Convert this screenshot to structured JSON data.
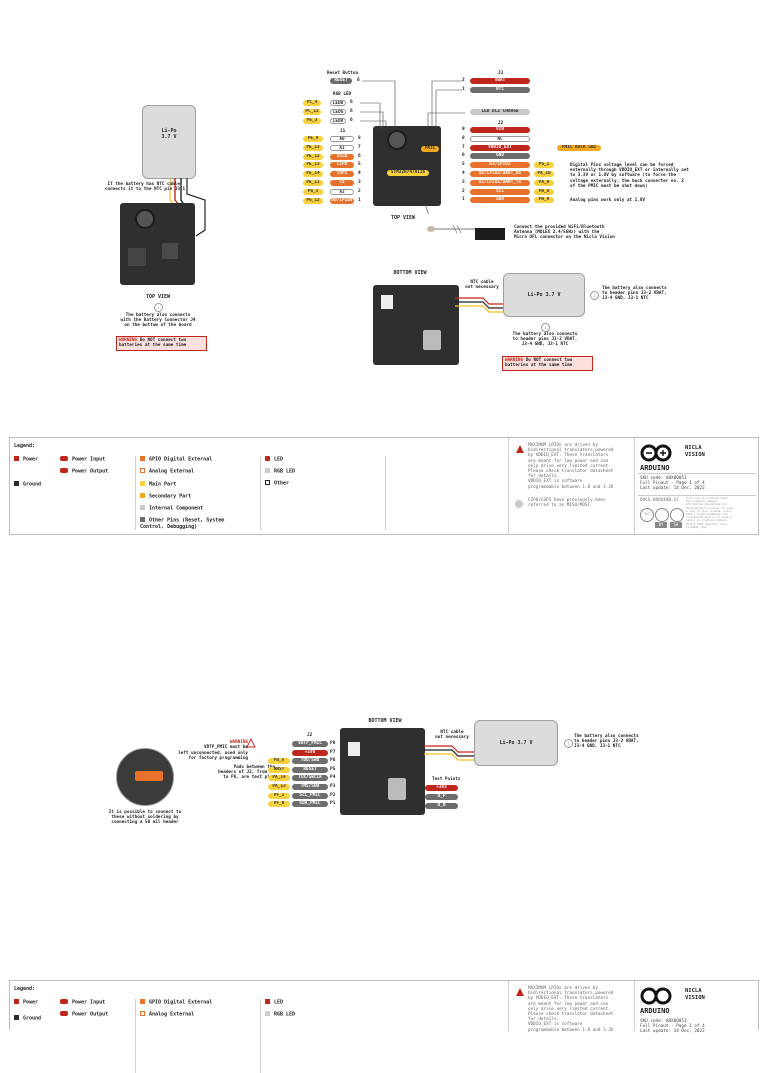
{
  "battery": {
    "label": "Li-Po\n3.7 V",
    "label_inline": "Li-Po 3.7 V",
    "ntc_note": "If the battery has NTC cable,\nconnects it to the NTC pin J3-1",
    "connector_note": "The battery also connects\nwith the Battery Connector J4\non the bottom of the board",
    "header_note": "The battery also connects\nto header pins J3-2 VBAT,\nJ3-4 GND, J3-1 NTC",
    "header_note_b": "The battery also connects\nto header pins J3-2 VBAT,\nJ3-4 GND, J3-1 NTC",
    "ntc_cable": "NTC cable\nnot necessary",
    "warning_prefix": "WARNING",
    "warning_text": "Do NOT connect two\nbatteries at the same time"
  },
  "views": {
    "top_view": "TOP VIEW",
    "bottom_view": "BOTTOM VIEW"
  },
  "top_diagram": {
    "reset_button": "Reset Button",
    "reset_label": "RESET",
    "rgb_led": "RGB LED",
    "leds": [
      {
        "port": "PC_4",
        "name": "LEDB",
        "num": "6"
      },
      {
        "port": "PC_13",
        "name": "LEDG",
        "num": "6"
      },
      {
        "port": "PE_3",
        "name": "LEDR",
        "num": "6"
      }
    ],
    "j1_title": "J1",
    "j1_left": [
      {
        "port": "PE_4",
        "name": "A0",
        "num": "8"
      },
      {
        "port": "PE_13",
        "name": "A1",
        "num": "7"
      },
      {
        "port": "PE_12",
        "name": "SCLK",
        "num": "6"
      },
      {
        "port": "PE_13",
        "name": "CIPO",
        "num": "5"
      },
      {
        "port": "PE_14",
        "name": "COPI",
        "num": "4"
      },
      {
        "port": "PE_11",
        "name": "CS",
        "num": "3"
      },
      {
        "port": "PG_3",
        "name": "A2",
        "num": "2"
      },
      {
        "port": "PG_12",
        "name": "D0/LPIO0",
        "num": "1"
      }
    ],
    "j3_title": "J3",
    "j3_right": [
      {
        "num": "2",
        "name": "VBAT"
      },
      {
        "num": "1",
        "name": "NTC"
      }
    ],
    "led_charge": "LED DL2 CHARGE",
    "j2_title": "J2",
    "j2_right": [
      {
        "num": "9",
        "name": "VIN",
        "port": ""
      },
      {
        "num": "8",
        "name": "NC",
        "port": ""
      },
      {
        "num": "7",
        "name": "VDDIO_EXT",
        "port": ""
      },
      {
        "num": "6",
        "name": "GND",
        "port": ""
      },
      {
        "num": "5",
        "name": "D3/LPIO3",
        "port": "PG_1"
      },
      {
        "num": "4",
        "name": "D2/LPIO2/UART_RX",
        "port": "PA_10"
      },
      {
        "num": "3",
        "name": "D1/LPIO1/UART_TX",
        "port": "PA_9"
      },
      {
        "num": "2",
        "name": "SCL",
        "port": "PB_8"
      },
      {
        "num": "1",
        "name": "SDA",
        "port": "PB_9"
      }
    ],
    "pmic_label": "PMIC",
    "pmic_buck": "PMIC BUCK SW2",
    "mcu_label": "STM32H747AII6",
    "digital_note": "Digital Pins voltage level can be forced\nexternally through VDDIO_EXT or internally set\nto 3.3V or 1.8V by software (to force the\nvoltage externally, the buck converter no. 2\nof the PMIC must be shut down)",
    "analog_note": "Analog pins work only at 1.8V",
    "antenna_note": "Connect the provided WiFi/Bluetooth\nAntenna (MOLEX 2.4/5GHz) with the\nMicro UFL connector on the Nicla Vision"
  },
  "legend": {
    "title": "Legend:",
    "col1": [
      "Power",
      "Ground"
    ],
    "col2": [
      "Power Input",
      "Power Output"
    ],
    "col3": [
      "GPIO Digital External",
      "Analog External",
      "Main Part",
      "Secondary Part",
      "Internal Component",
      "Other Pins (Reset, System\nControl, Debugging)"
    ],
    "col4": [
      "LED",
      "RGB LED",
      "Other"
    ],
    "max_text": "MAXIMUM LPIOs are driven by\nbidirectional translators powered\nby VDDIO_EXT. These translators\nare meant for low power and can\nonly drive very limited current.\nPlease check translator datasheet\nfor details.\nVDDIO_EXT is software\nprogrammable between 1.8 and 3.3V",
    "max_word": "MAXIMUM",
    "info_text": "CIPO/COPI have previously been\nreferred to as MISO/MOSI",
    "brand": "ARDUINO",
    "product": "NICLA\nVISION",
    "sku": "SKU code: ABX00051\nFull Pinout - Page 1 of 4\nLast update: 14 Dec, 2022",
    "site": "DOCS.ARDUINO.CC",
    "license": "This work is licensed under\nthe Creative Commons\nAttribution-ShareAlike 4.0\nInternational License. To view\na copy of this license, visit\nhttp://creativecommons.org/\nlicenses/by-sa/4.0/ or send a\nletter to Creative Commons,\nPO Box 1866, Mountain View,\nCA 94042, USA.",
    "cc_labels": [
      "BY",
      "SA"
    ]
  },
  "bottom_diagram": {
    "warning_prefix": "WARNING",
    "warning_text": "VDTP_PMIC must be\nleft unconnected, used only\nfor factory programming",
    "pads_note": "Pads between the\nheaders of J2, from P1\nto P8, are test pins",
    "connect_note": "It is possible to connect to\nthese without soldering by\nconnecting a 50 mil header",
    "j2_title": "J2",
    "pins": [
      {
        "port": "",
        "name": "VOTP_PMIC",
        "num": "P8"
      },
      {
        "port": "",
        "name": "+1V8",
        "num": "P7"
      },
      {
        "port": "PB_5",
        "name": "TDO/SWO",
        "num": "P6"
      },
      {
        "port": "NRST",
        "name": "RESET",
        "num": "P5"
      },
      {
        "port": "PA_14",
        "name": "TCK/SWCLK",
        "num": "P4"
      },
      {
        "port": "PA_13",
        "name": "TMS/SWD",
        "num": "P3"
      },
      {
        "port": "PF_1",
        "name": "SCL_PMIC",
        "num": "P2"
      },
      {
        "port": "PF_0",
        "name": "SDA_PMIC",
        "num": "P1"
      }
    ],
    "test_points_title": "Test Points",
    "test_points": [
      "+3V3",
      "D_P",
      "D_N"
    ]
  },
  "colors": {
    "power": "#c0271c",
    "ground": "#2b2b2b",
    "gpio": "#e8712b",
    "main_part": "#f7d23e",
    "secondary_part": "#f0a81e",
    "internal": "#c9c9c9",
    "other": "#6d6d6d"
  }
}
